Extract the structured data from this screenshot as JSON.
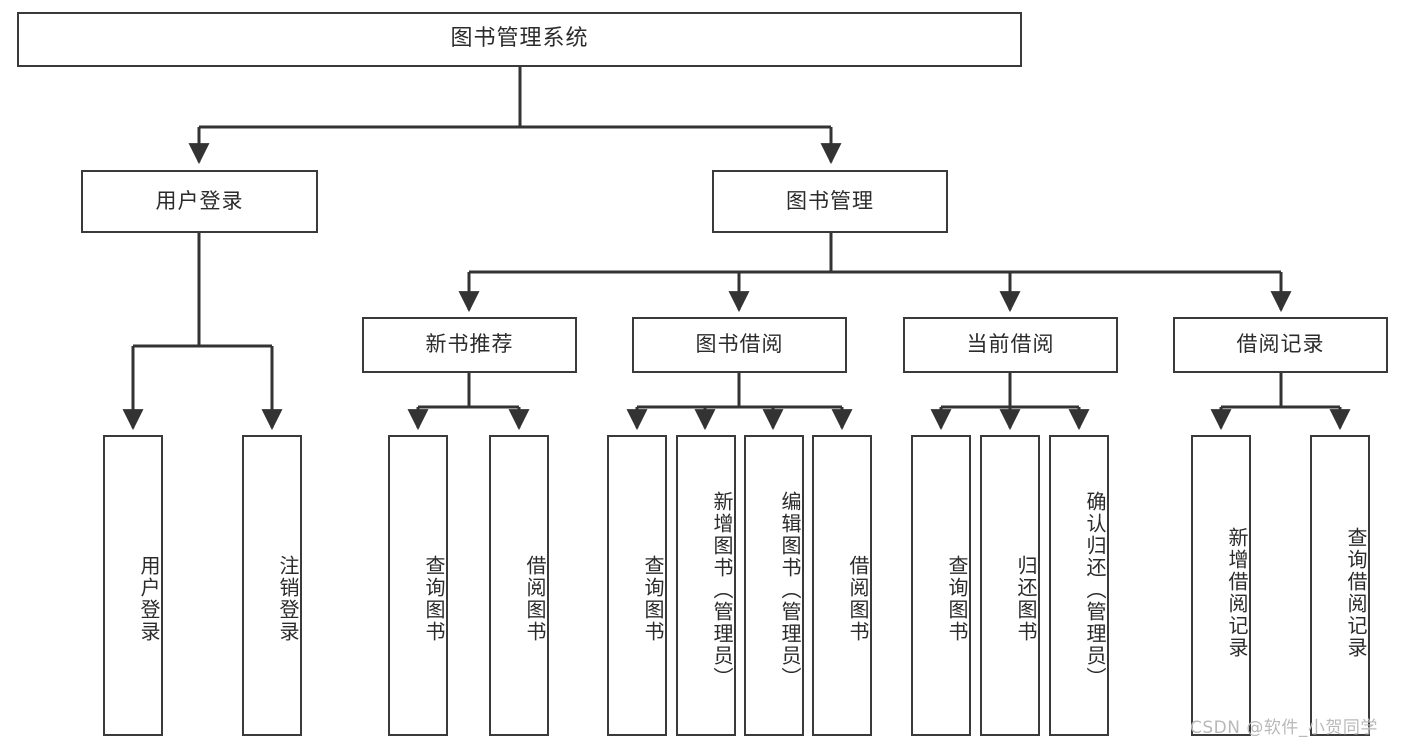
{
  "diagram": {
    "title": "图书管理系统",
    "watermark": "CSDN @软件_小贺同学",
    "colors": {
      "box_stroke": "#3a3a3a",
      "box_fill": "#ffffff",
      "connector": "#333333",
      "text": "#2b2b2b",
      "watermark": "#b9b9b9",
      "background": "#ffffff"
    },
    "root": {
      "label": "图书管理系统"
    },
    "level2": [
      {
        "id": "user-login",
        "label": "用户登录"
      },
      {
        "id": "book-manage",
        "label": "图书管理"
      }
    ],
    "level3": [
      {
        "id": "new-book-recommend",
        "label": "新书推荐",
        "parent": "book-manage"
      },
      {
        "id": "book-borrow",
        "label": "图书借阅",
        "parent": "book-manage"
      },
      {
        "id": "current-borrow",
        "label": "当前借阅",
        "parent": "book-manage"
      },
      {
        "id": "borrow-record",
        "label": "借阅记录",
        "parent": "book-manage"
      }
    ],
    "leaves": [
      {
        "id": "leaf-user-login",
        "label": "用户登录",
        "parent": "user-login"
      },
      {
        "id": "leaf-logout-login",
        "label": "注销登录",
        "parent": "user-login"
      },
      {
        "id": "leaf-query-book-1",
        "label": "查询图书",
        "parent": "new-book-recommend"
      },
      {
        "id": "leaf-borrow-book-1",
        "label": "借阅图书",
        "parent": "new-book-recommend"
      },
      {
        "id": "leaf-query-book-2",
        "label": "查询图书",
        "parent": "book-borrow"
      },
      {
        "id": "leaf-add-book",
        "label": "新增图书（管理员）",
        "parent": "book-borrow"
      },
      {
        "id": "leaf-edit-book",
        "label": "编辑图书（管理员）",
        "parent": "book-borrow"
      },
      {
        "id": "leaf-borrow-book-2",
        "label": "借阅图书",
        "parent": "book-borrow"
      },
      {
        "id": "leaf-query-book-3",
        "label": "查询图书",
        "parent": "current-borrow"
      },
      {
        "id": "leaf-return-book",
        "label": "归还图书",
        "parent": "current-borrow"
      },
      {
        "id": "leaf-confirm-return",
        "label": "确认归还（管理员）",
        "parent": "current-borrow"
      },
      {
        "id": "leaf-add-record",
        "label": "新增借阅记录",
        "parent": "borrow-record"
      },
      {
        "id": "leaf-query-record",
        "label": "查询借阅记录",
        "parent": "borrow-record"
      }
    ]
  }
}
